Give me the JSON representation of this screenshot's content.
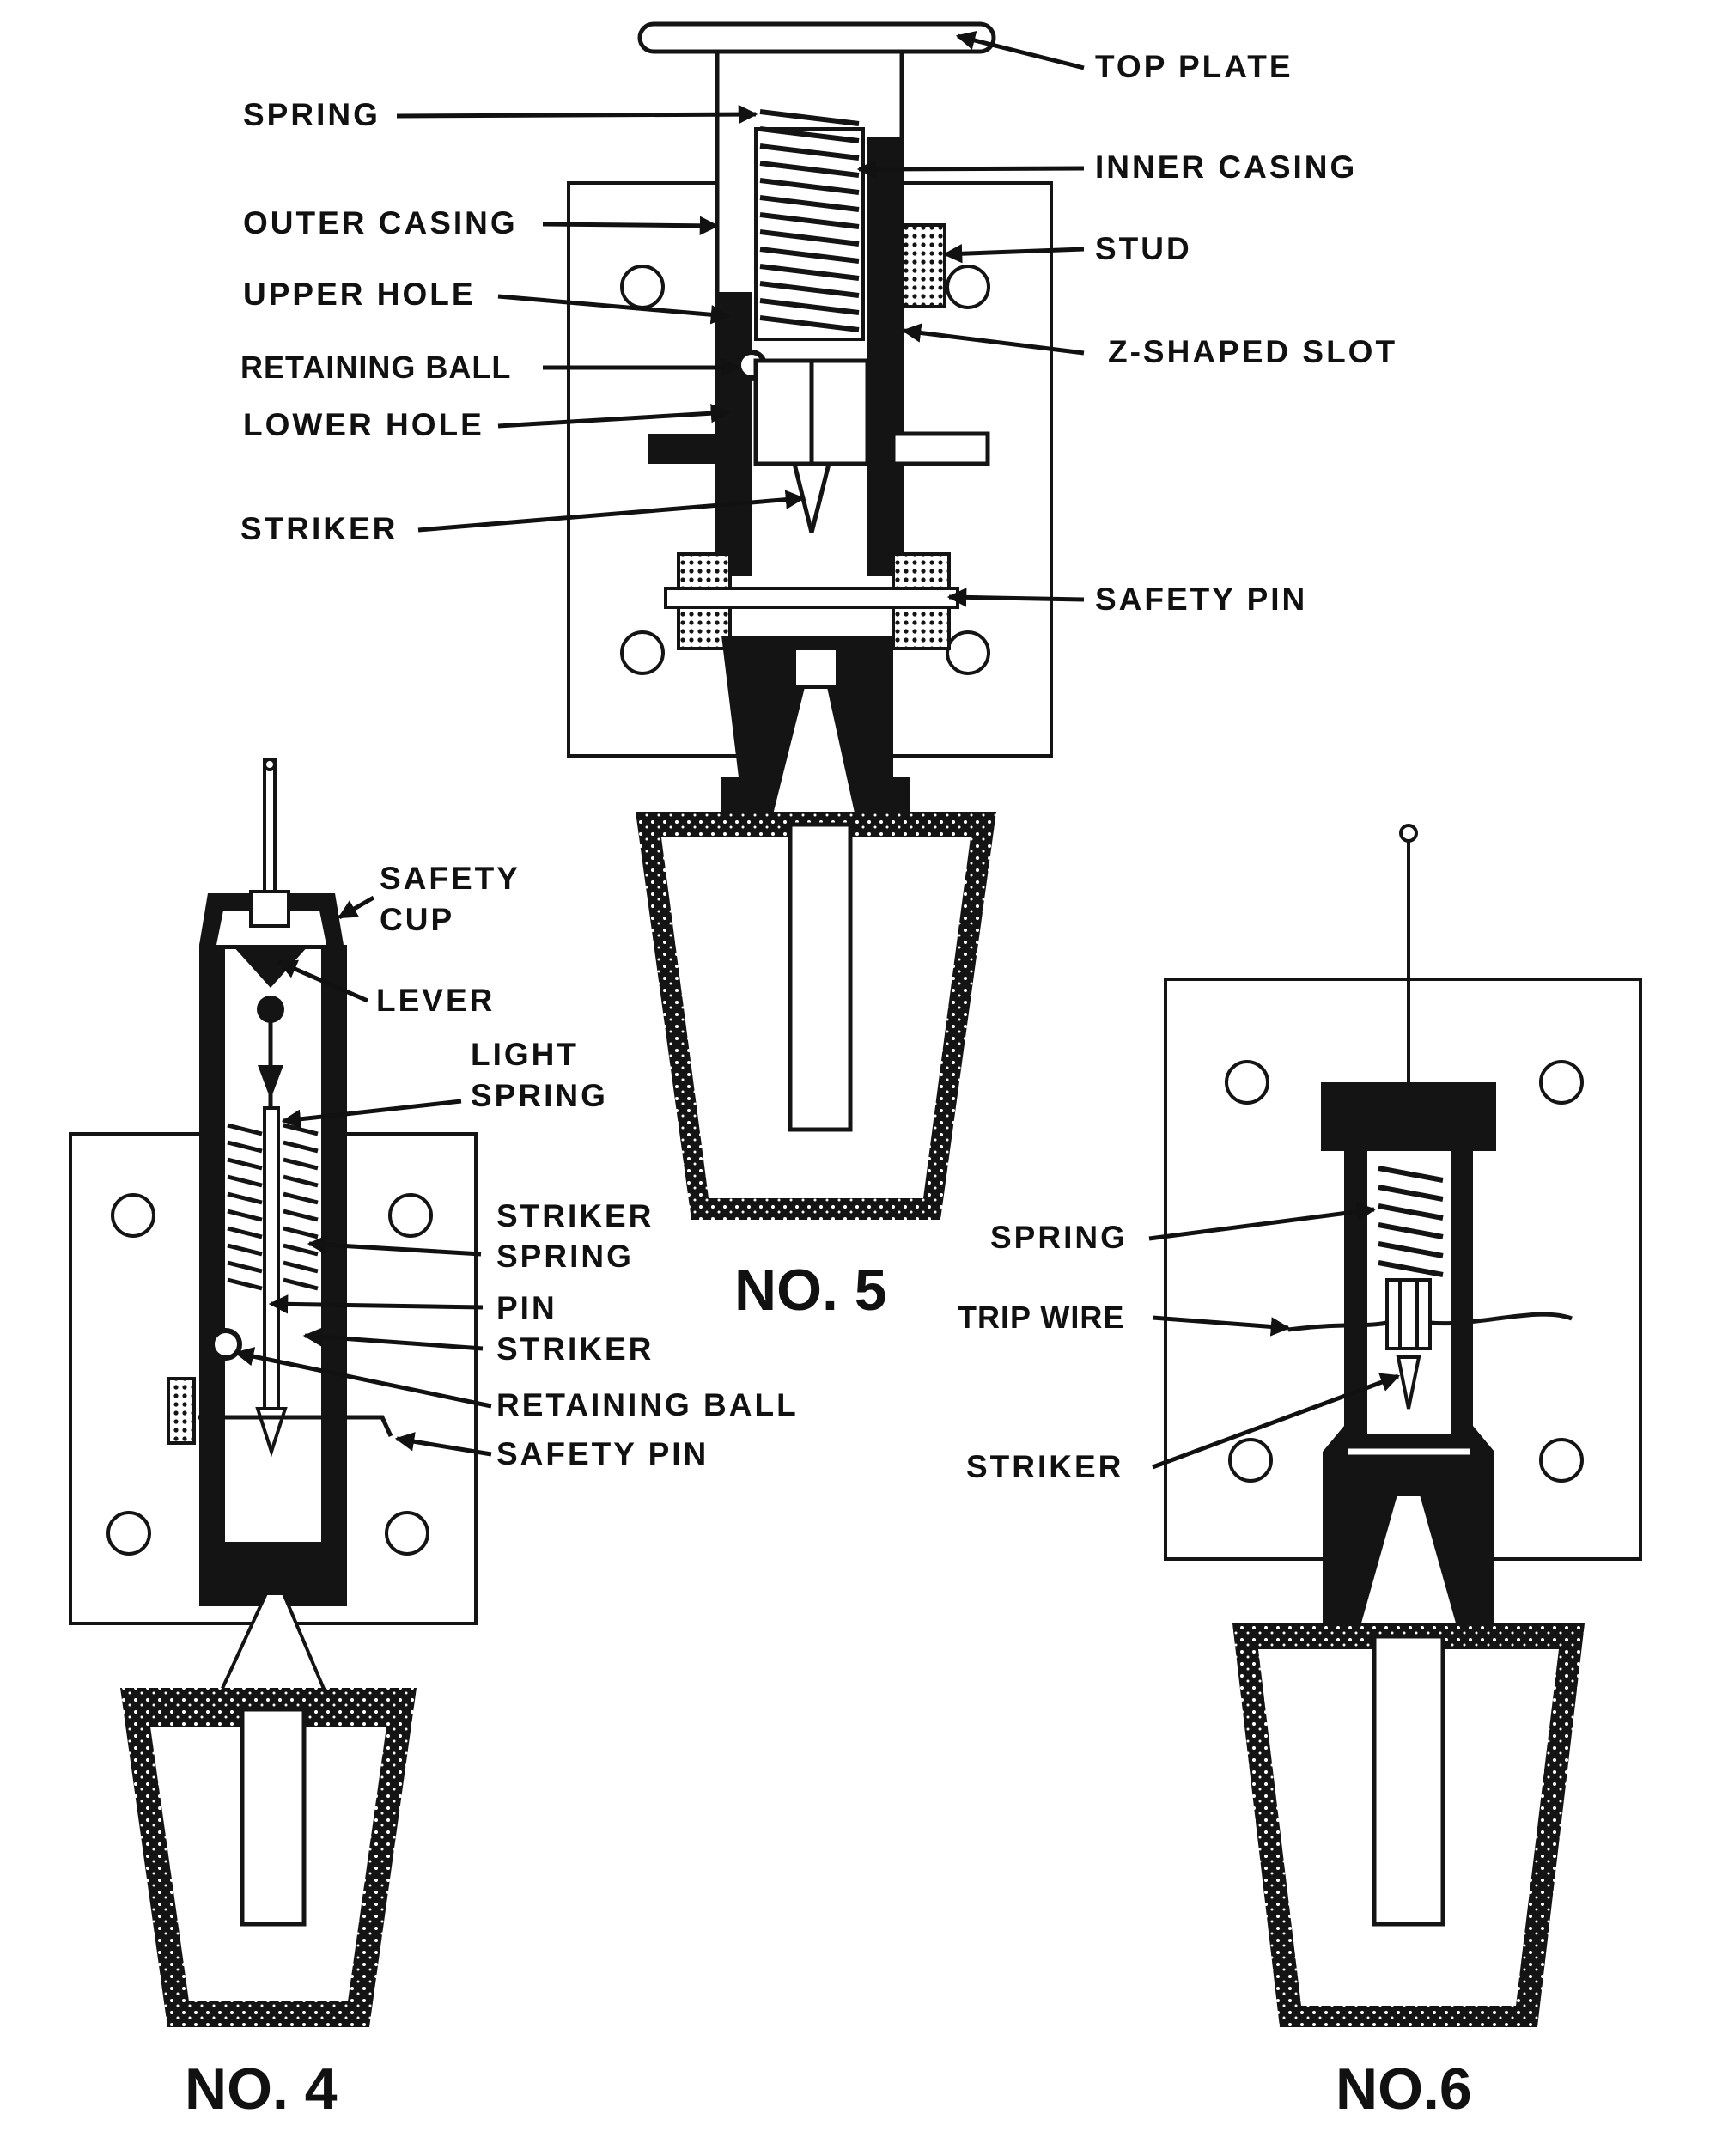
{
  "figures": {
    "no4": {
      "caption": "NO. 4",
      "labels": {
        "safety_cup": [
          "SAFETY",
          "CUP"
        ],
        "lever": "LEVER",
        "light_spring": [
          "LIGHT",
          "SPRING"
        ],
        "striker_spring": [
          "STRIKER",
          "SPRING"
        ],
        "pin": "PIN",
        "striker": "STRIKER",
        "retaining_ball": "RETAINING BALL",
        "safety_pin": "SAFETY PIN"
      }
    },
    "no5": {
      "caption": "NO. 5",
      "labels": {
        "top_plate": "TOP PLATE",
        "spring": "SPRING",
        "inner_casing": "INNER CASING",
        "outer_casing": "OUTER CASING",
        "stud": "STUD",
        "upper_hole": "UPPER HOLE",
        "z_shaped_slot": "Z-SHAPED SLOT",
        "retaining_ball": "RETAINING BALL",
        "lower_hole": "LOWER HOLE",
        "striker": "STRIKER",
        "safety_pin": "SAFETY PIN"
      }
    },
    "no6": {
      "caption": "NO.6",
      "labels": {
        "spring": "SPRING",
        "trip_wire": "TRIP WIRE",
        "striker": "STRIKER"
      }
    }
  },
  "colors": {
    "ink": "#141414",
    "paper": "#ffffff"
  }
}
